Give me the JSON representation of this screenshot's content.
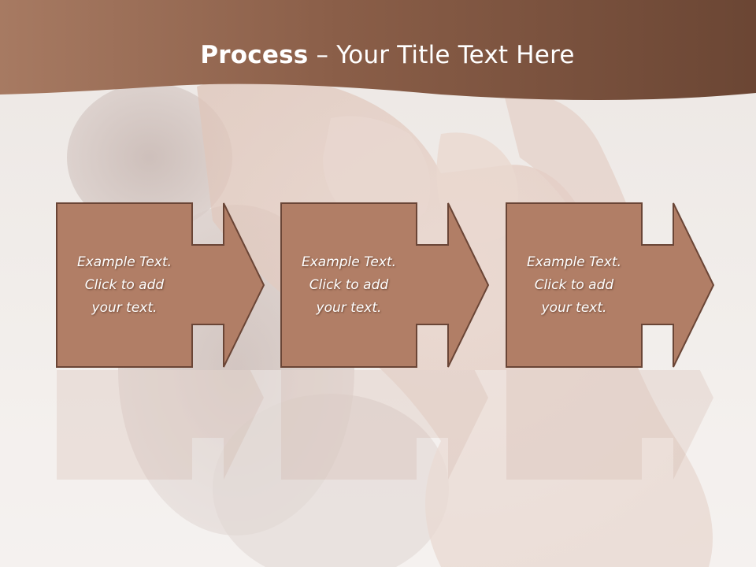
{
  "slide": {
    "title_bold": "Process",
    "title_rest": " – Your Title Text Here"
  },
  "steps": [
    {
      "line1": "Example Text.",
      "line2": "Click  to add",
      "line3": "your text."
    },
    {
      "line1": "Example Text.",
      "line2": "Click  to add",
      "line3": "your text."
    },
    {
      "line1": "Example Text.",
      "line2": "Click  to add",
      "line3": "your text."
    }
  ],
  "colors": {
    "header_dark": "#6b4634",
    "header_light": "#a77a62",
    "step_fill": "#b17e66",
    "step_stroke": "#6a4536",
    "background": "#f1ecea"
  }
}
